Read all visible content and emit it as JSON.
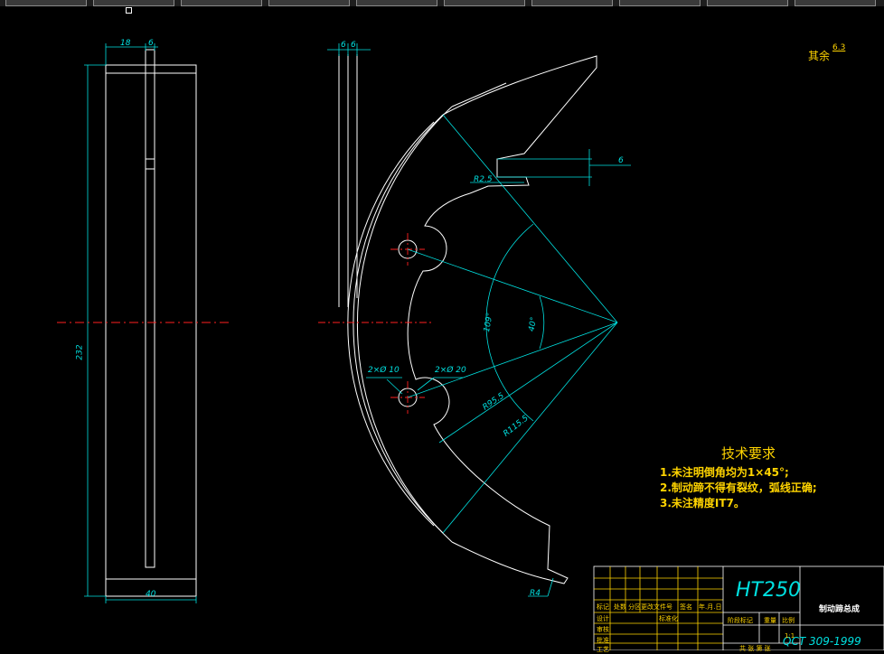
{
  "window": {
    "toolbar_tabs": 10
  },
  "roughness": {
    "label": "其余",
    "value": "6.3"
  },
  "dimensions": {
    "top_width": "18",
    "top_thin": "6",
    "height": "232",
    "bottom_width": "40",
    "section_a": "6",
    "section_b": "6",
    "slot": "6",
    "r_small": "R2.5",
    "angle_large": "109°",
    "angle_small": "40°",
    "hole_small": "2×Ø 10",
    "hole_large": "2×Ø 20",
    "r_inner": "R95.5",
    "r_outer": "R115.5",
    "r_tip": "R4"
  },
  "tech_requirements": {
    "title": "技术要求",
    "items": [
      "1.未注明倒角均为1×45°;",
      "2.制动蹄不得有裂纹，弧线正确;",
      "3.未注精度IT7。"
    ]
  },
  "title_block": {
    "material": "HT250",
    "part_name": "制动蹄总成",
    "standard": "QCT 309-1999",
    "scale": "1:1",
    "row_labels": [
      "标记",
      "处数",
      "分区",
      "更改文件号",
      "签名",
      "年.月.日"
    ],
    "left_labels": [
      "设计",
      "标准化",
      "审核",
      "工艺",
      "批准"
    ],
    "stage_label": "阶段标记",
    "weight_label": "重量",
    "scale_label": "比例",
    "sheet_label": "共 张 第 张"
  },
  "colors": {
    "outline": "#ffffff",
    "dimension": "#00e0e0",
    "center": "#ff2020",
    "note": "#ffd400"
  }
}
